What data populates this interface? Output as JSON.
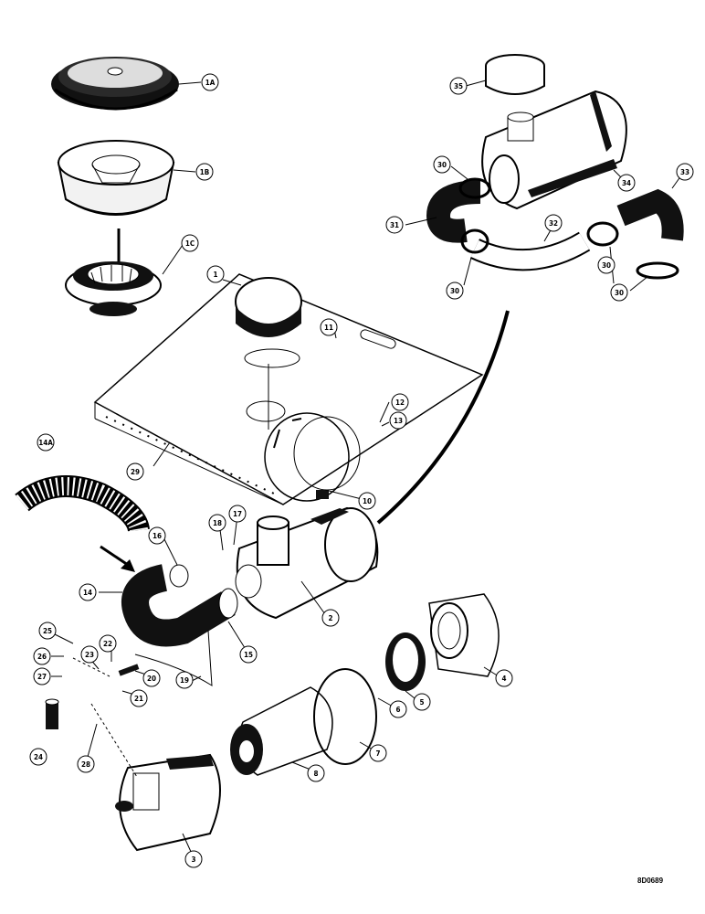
{
  "doc_code": "8D0689",
  "callouts": [
    {
      "id": "1A",
      "text": "1A"
    },
    {
      "id": "1B",
      "text": "1B"
    },
    {
      "id": "1C",
      "text": "1C"
    },
    {
      "id": "1",
      "text": "1"
    },
    {
      "id": "2",
      "text": "2"
    },
    {
      "id": "3",
      "text": "3"
    },
    {
      "id": "4",
      "text": "4"
    },
    {
      "id": "5",
      "text": "5"
    },
    {
      "id": "6",
      "text": "6"
    },
    {
      "id": "7",
      "text": "7"
    },
    {
      "id": "8",
      "text": "8"
    },
    {
      "id": "10",
      "text": "10"
    },
    {
      "id": "11",
      "text": "11"
    },
    {
      "id": "12",
      "text": "12"
    },
    {
      "id": "13",
      "text": "13"
    },
    {
      "id": "14",
      "text": "14"
    },
    {
      "id": "14A",
      "text": "14A"
    },
    {
      "id": "15",
      "text": "15"
    },
    {
      "id": "16",
      "text": "16"
    },
    {
      "id": "17",
      "text": "17"
    },
    {
      "id": "18",
      "text": "18"
    },
    {
      "id": "19",
      "text": "19"
    },
    {
      "id": "20",
      "text": "20"
    },
    {
      "id": "21",
      "text": "21"
    },
    {
      "id": "22",
      "text": "22"
    },
    {
      "id": "23",
      "text": "23"
    },
    {
      "id": "24",
      "text": "24"
    },
    {
      "id": "25",
      "text": "25"
    },
    {
      "id": "26",
      "text": "26"
    },
    {
      "id": "27",
      "text": "27"
    },
    {
      "id": "28",
      "text": "28"
    },
    {
      "id": "29",
      "text": "29"
    },
    {
      "id": "30a",
      "text": "30"
    },
    {
      "id": "30b",
      "text": "30"
    },
    {
      "id": "30c",
      "text": "30"
    },
    {
      "id": "30d",
      "text": "30"
    },
    {
      "id": "31",
      "text": "31"
    },
    {
      "id": "32",
      "text": "32"
    },
    {
      "id": "33",
      "text": "33"
    },
    {
      "id": "34",
      "text": "34"
    },
    {
      "id": "35",
      "text": "35"
    }
  ]
}
